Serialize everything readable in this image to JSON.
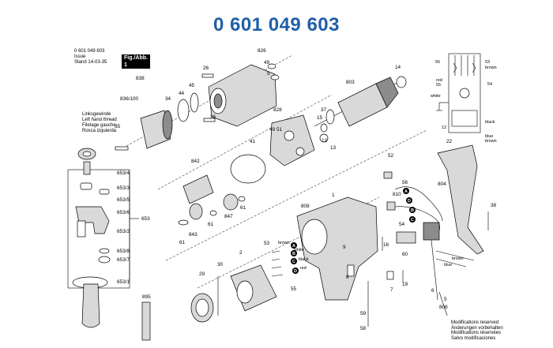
{
  "title": "0 601 049 603",
  "header": {
    "code": "0 601 049 603",
    "issue_label": "Issue",
    "stand_label": "Stand",
    "date": "14-03-35",
    "fig_label": "Fig./Abb. 1"
  },
  "left_hand_thread": [
    "Linksgewinde",
    "Left hand thread",
    "Filetage gauche",
    "Rosca izquierda"
  ],
  "modifications": [
    "Modifications reserved",
    "Änderungen vorbehalten",
    "Modifications réservées",
    "Salvo modificaciones"
  ],
  "callouts": {
    "c826": "826",
    "c26a": "26",
    "c49a": "49",
    "c5a": "5",
    "c838": "838",
    "c836": "836/100",
    "c34": "34",
    "c44": "44",
    "c45": "45",
    "c26b": "26",
    "c35": "35",
    "c803": "803",
    "c14": "14",
    "c37": "37",
    "c15": "15",
    "c828": "828",
    "c41": "41",
    "c49b": "49",
    "c51": "51",
    "c12": "12",
    "c13": "13",
    "c842": "842",
    "c61a": "61",
    "c843": "843",
    "c61b": "61",
    "c847": "847",
    "c61c": "61",
    "c52": "52",
    "c56": "56",
    "c810": "810",
    "c22": "22",
    "c804": "804",
    "c38": "38",
    "c808": "808",
    "c1": "1",
    "c54": "54",
    "c60": "60",
    "c16": "16",
    "c53": "53",
    "c2": "2",
    "c30": "30",
    "c29": "29",
    "c55": "55",
    "c9": "9",
    "c8": "8",
    "c7": "7",
    "c19": "19",
    "c6": "6",
    "c59": "59",
    "c58": "58",
    "c5b": "5",
    "c806": "806",
    "c653_4": "653/4",
    "c653_3": "653/3",
    "c653_5": "653/5",
    "c653_6": "653/6",
    "c653": "653",
    "c653_2": "653/2",
    "c653_8": "653/8",
    "c653_7": "653/7",
    "c653_1": "653/1",
    "c895": "895"
  },
  "letters": {
    "a": "A",
    "b": "B",
    "c": "C",
    "d": "D"
  },
  "wire_labels": {
    "brown": "brown",
    "white": "white",
    "black": "black",
    "red": "red",
    "blue": "blue"
  },
  "circuit": {
    "n56": "56",
    "n53": "53",
    "brown": "brown",
    "red": "red",
    "n55": "55",
    "n54": "54",
    "white": "white",
    "n12": "12",
    "black": "black",
    "blue": "blue",
    "brown2": "brown"
  },
  "colors": {
    "title": "#1f5fa8",
    "ink": "#000000",
    "fill": "#d9d9d9"
  }
}
